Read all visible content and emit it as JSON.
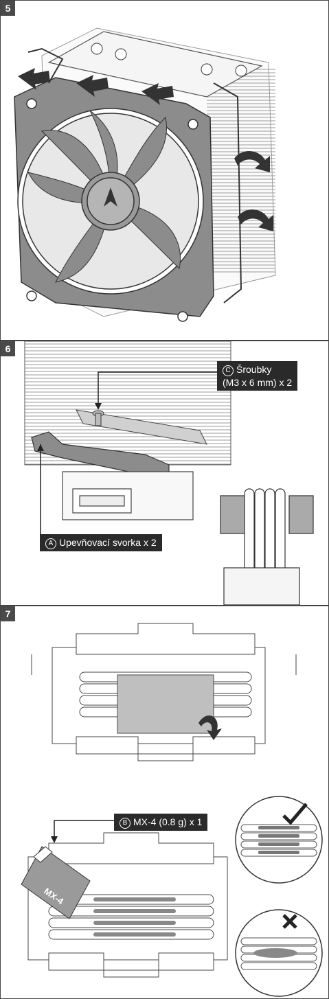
{
  "steps": [
    {
      "number": "5"
    },
    {
      "number": "6",
      "callouts": {
        "screws": {
          "marker": "C",
          "line1": "Šroubky",
          "line2": "(M3 x 6 mm) x 2"
        },
        "bracket": {
          "marker": "A",
          "text": "Upevňovací svorka x 2"
        }
      }
    },
    {
      "number": "7",
      "callouts": {
        "paste": {
          "marker": "B",
          "text": "MX-4 (0.8 g) x 1"
        }
      },
      "tube_label": "MX-4"
    }
  ],
  "colors": {
    "line": "#3c3c3c",
    "fan_gray": "#8c8c8c",
    "label_bg": "#2a2a2a",
    "badge_bg": "#4a4a4a"
  },
  "icons": [
    "rotate-arrow-icon",
    "push-arrow-icon",
    "check-icon",
    "cross-icon",
    "arctic-logo-icon"
  ]
}
